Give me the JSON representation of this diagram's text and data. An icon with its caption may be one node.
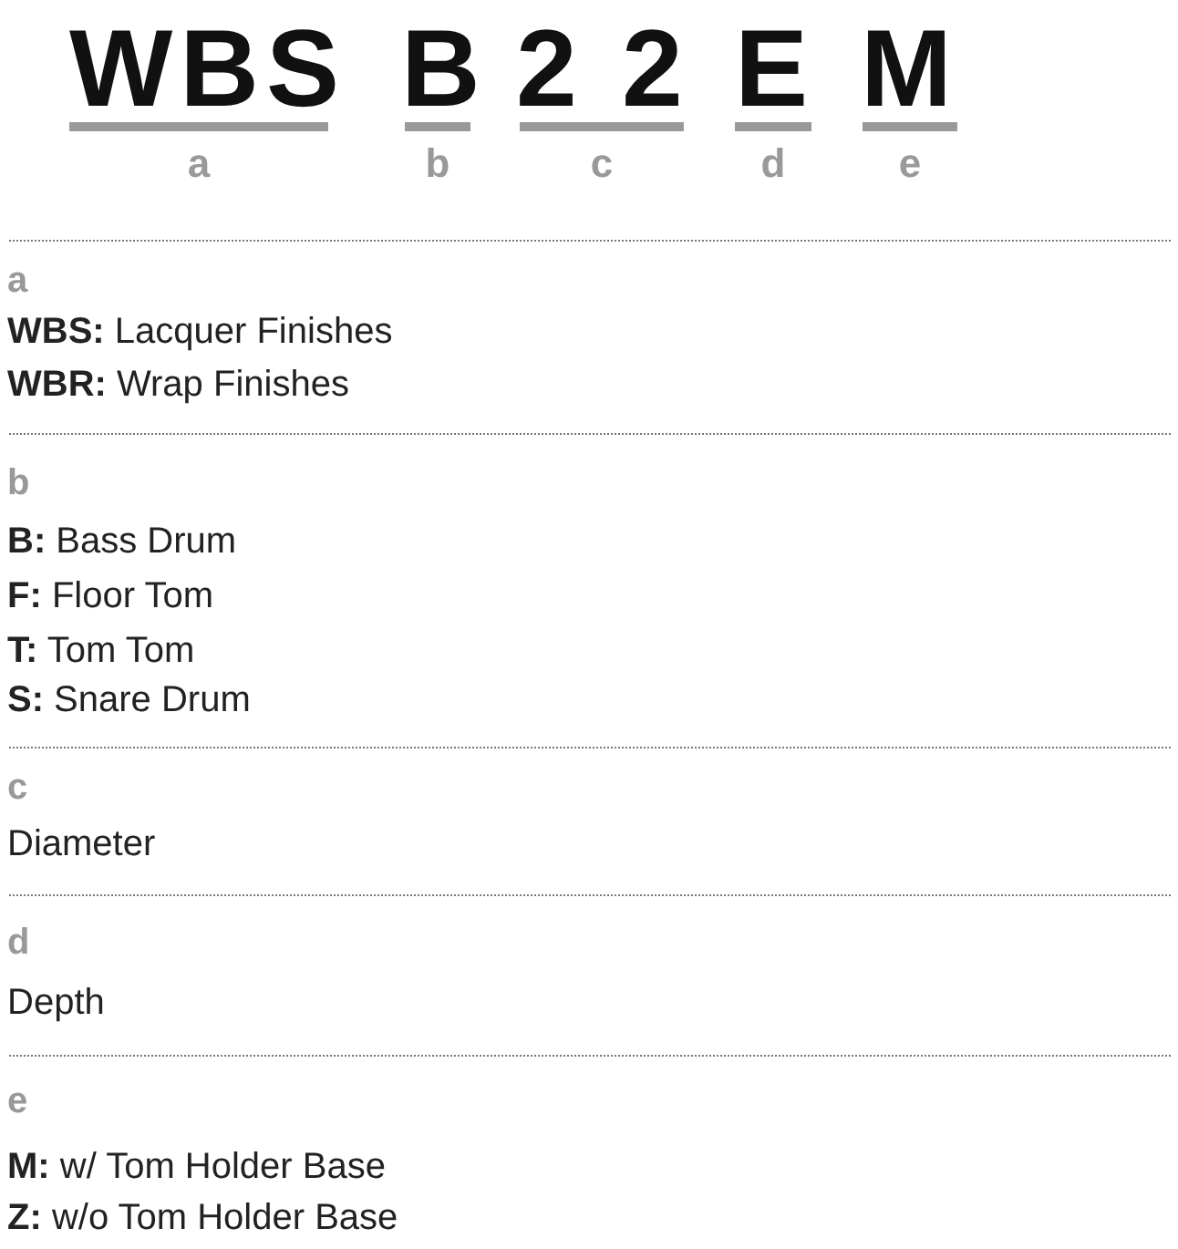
{
  "diagram": {
    "labels": [
      "WBS",
      "B",
      "2 2",
      "E",
      "M",
      "a",
      "b",
      "c",
      "d",
      "e",
      "a",
      "**WBS:** Lacquer Finishes",
      "**WBR:** Wrap Finishes",
      "b",
      "**B:** Bass Drum",
      "**F:** Floor Tom",
      "**T:** Tom Tom",
      "**S:** Snare Drum",
      "c",
      "Diameter",
      "d",
      "Depth",
      "e",
      "**M:** w/ Tom Holder Base",
      "**Z:** w/o Tom Holder Base"
    ]
  }
}
